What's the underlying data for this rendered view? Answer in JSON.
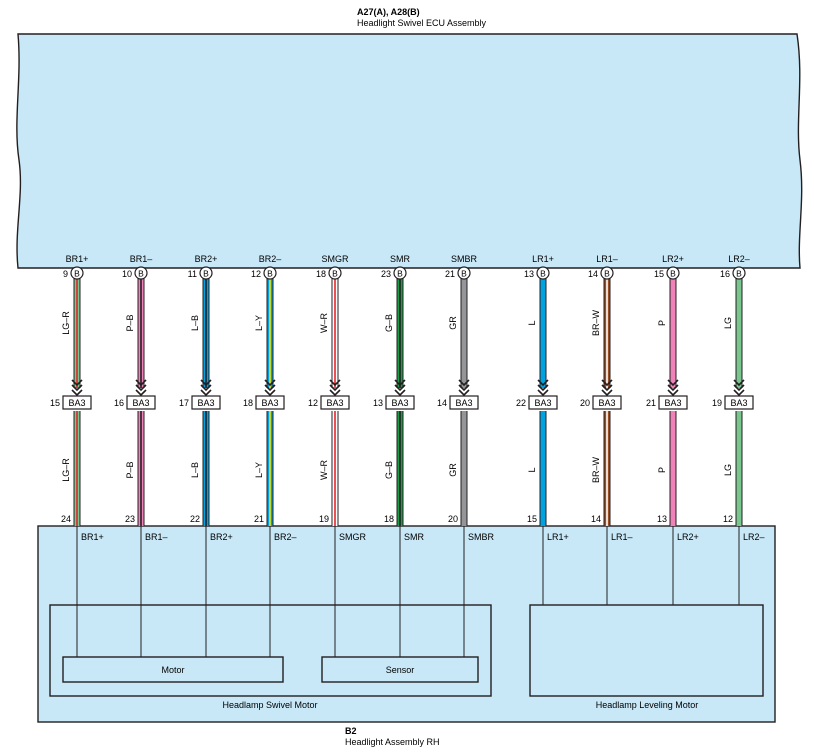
{
  "ecu": {
    "connector_label": "A27(A), A28(B)",
    "name": "Headlight Swivel ECU Assembly",
    "fill_color": "#c8e8f8"
  },
  "assembly": {
    "connector_label": "B2",
    "name": "Headlight Assembly RH",
    "fill_color": "#c8e8f8"
  },
  "inline_connector": "BA3",
  "ecu_connector_letter": "B",
  "swivel_motor": {
    "name": "Headlamp Swivel Motor",
    "motor_label": "Motor",
    "sensor_label": "Sensor"
  },
  "leveling_motor": {
    "name": "Headlamp Leveling Motor"
  },
  "wires": [
    {
      "signal": "BR1+",
      "ecu_pin": "9",
      "mid_pin": "15",
      "b2_pin": "24",
      "color_code": "LG–R",
      "colors": [
        "#7ac68f",
        "#e3262d"
      ]
    },
    {
      "signal": "BR1–",
      "ecu_pin": "10",
      "mid_pin": "16",
      "b2_pin": "23",
      "color_code": "P–B",
      "colors": [
        "#ee82b9",
        "#231f20"
      ]
    },
    {
      "signal": "BR2+",
      "ecu_pin": "11",
      "mid_pin": "17",
      "b2_pin": "22",
      "color_code": "L–B",
      "colors": [
        "#00a3e0",
        "#231f20"
      ]
    },
    {
      "signal": "BR2–",
      "ecu_pin": "12",
      "mid_pin": "18",
      "b2_pin": "21",
      "color_code": "L–Y",
      "colors": [
        "#00a3e0",
        "#f2e600"
      ]
    },
    {
      "signal": "SMGR",
      "ecu_pin": "18",
      "mid_pin": "12",
      "b2_pin": "19",
      "color_code": "W–R",
      "colors": [
        "#ffffff",
        "#e3262d"
      ]
    },
    {
      "signal": "SMR",
      "ecu_pin": "23",
      "mid_pin": "13",
      "b2_pin": "18",
      "color_code": "G–B",
      "colors": [
        "#1a9c48",
        "#231f20"
      ]
    },
    {
      "signal": "SMBR",
      "ecu_pin": "21",
      "mid_pin": "14",
      "b2_pin": "20",
      "color_code": "GR",
      "colors": [
        "#939598"
      ]
    },
    {
      "signal": "LR1+",
      "ecu_pin": "13",
      "mid_pin": "22",
      "b2_pin": "15",
      "color_code": "L",
      "colors": [
        "#00a3e0"
      ]
    },
    {
      "signal": "LR1–",
      "ecu_pin": "14",
      "mid_pin": "20",
      "b2_pin": "14",
      "color_code": "BR–W",
      "colors": [
        "#9b4f22",
        "#ffffff"
      ]
    },
    {
      "signal": "LR2+",
      "ecu_pin": "15",
      "mid_pin": "21",
      "b2_pin": "13",
      "color_code": "P",
      "colors": [
        "#ee82b9"
      ]
    },
    {
      "signal": "LR2–",
      "ecu_pin": "16",
      "mid_pin": "19",
      "b2_pin": "12",
      "color_code": "LG",
      "colors": [
        "#7ac68f"
      ]
    }
  ]
}
